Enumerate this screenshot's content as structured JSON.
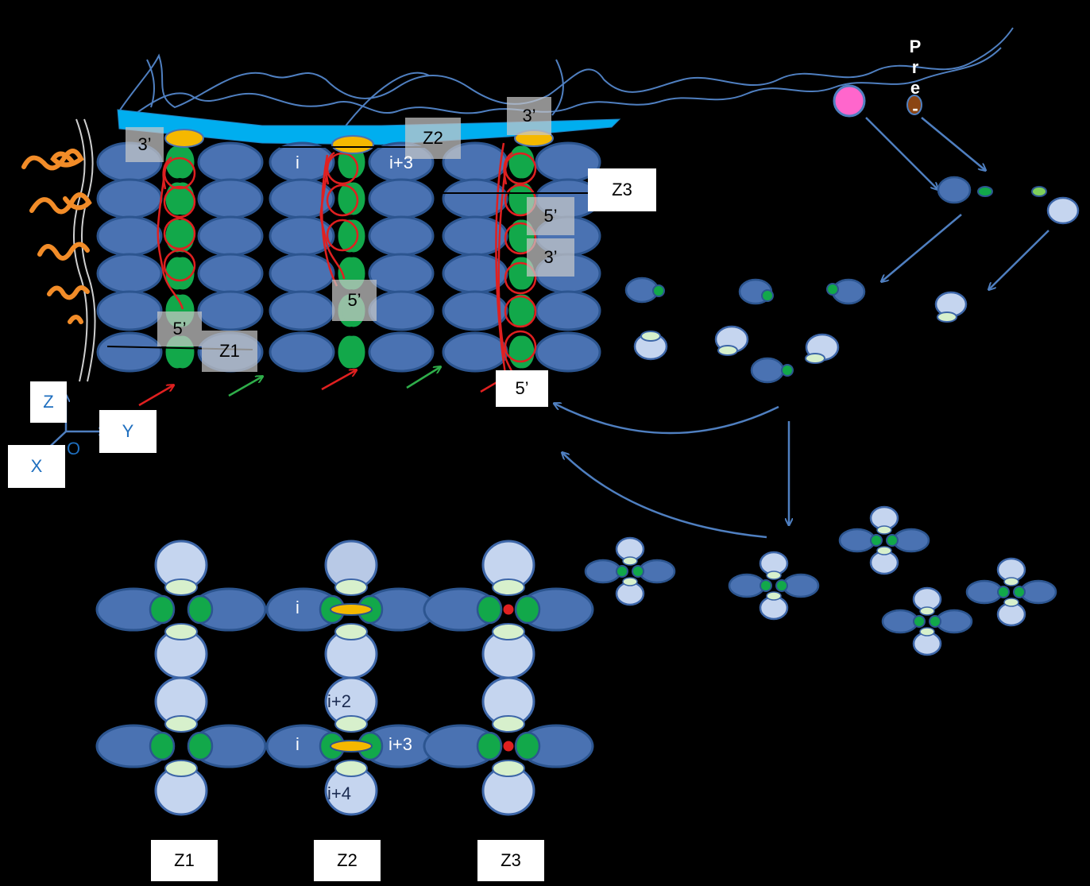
{
  "colors": {
    "background": "#000000",
    "actin_dark": "#4a72b2",
    "actin_light": "#c5d5ef",
    "myosin_green": "#12a84a",
    "ring_light_green": "#d7f0cc",
    "rna_red": "#e02020",
    "cap_yellow": "#f5b800",
    "membrane_cyan": "#00aeef",
    "thread_blue": "#4f7fc0",
    "arrow_blue": "#4f7fc0",
    "red_arrow": "#e02020",
    "green_arrow": "#2fae4a",
    "orange_coil": "#f28c28",
    "pink_dot": "#ff66cc",
    "brown_dot": "#8b4513"
  },
  "labels": {
    "pre_letters": [
      "P",
      "r",
      "e",
      "-"
    ],
    "col1_top_3p": "3’",
    "col1_bottom_5p": "5’",
    "col2_5p": "5’",
    "col3_top_3p": "3’",
    "col3_mid_5p": "5’",
    "col3_mid_3p": "3’",
    "col3_bottom_5p": "5’",
    "z1_marker": "Z1",
    "z2_marker": "Z2",
    "z3_marker": "Z3",
    "i_top": "i",
    "i3_top": "i+3"
  },
  "axes": {
    "z": "Z",
    "y": "Y",
    "x": "X",
    "o": "O"
  },
  "bottom": {
    "z1": "Z1",
    "z2": "Z2",
    "z3": "Z3",
    "i_upper": "i",
    "i_lower": "i",
    "i2": "i+2",
    "i3": "i+3",
    "i4": "i+4"
  }
}
